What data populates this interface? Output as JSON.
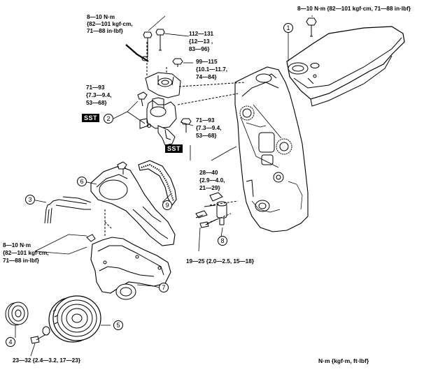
{
  "torques": {
    "cover_bolt": "8—10 N·m {82—101 kgf·cm, 71—88 in·lbf}",
    "harness_bolt_1": "8—10 N·m",
    "harness_bolt_2": "{82—101 kgf·cm,",
    "harness_bolt_3": "71—88 in·lbf}",
    "mount_top_1": "112—131",
    "mount_top_2": "{12—13 ,",
    "mount_top_3": "83—96}",
    "mount_nut_1": "99—115",
    "mount_nut_2": "{10.1—11.7,",
    "mount_nut_3": "74—84}",
    "mount_left_1": "71—93",
    "mount_left_2": "{7.3—9.4,",
    "mount_left_3": "53—68}",
    "mount_right_1": "71—93",
    "mount_right_2": "{7.3—9.4,",
    "mount_right_3": "53—68}",
    "tensioner_1": "28—40",
    "tensioner_2": "{2.9—4.0,",
    "tensioner_3": "21—29}",
    "lower_cover_1": "8—10 N·m",
    "lower_cover_2": "{82—101 kgf·cm,",
    "lower_cover_3": "71—88 in·lbf}",
    "idler_bolt": "19—25 {2.0—2.5, 15—18}",
    "pulley_bolt": "23—32 {2.4—3.2, 17—23}"
  },
  "sst_label": "SST",
  "callouts": [
    "1",
    "2",
    "3",
    "4",
    "5",
    "6",
    "7",
    "8",
    "9"
  ],
  "units_legend": "N·m {kgf·m, ft·lbf}"
}
